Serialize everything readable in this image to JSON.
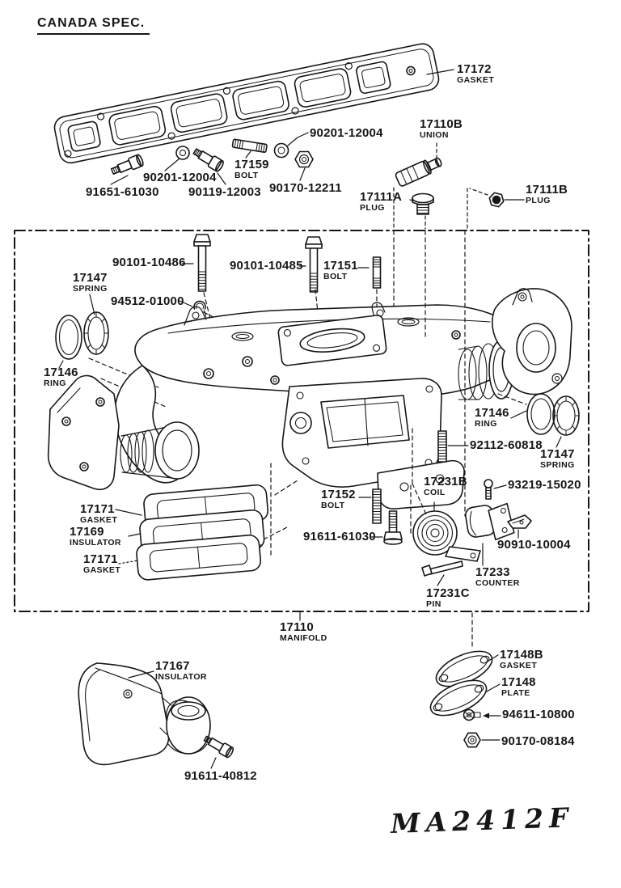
{
  "colors": {
    "ink": "#161616",
    "paper": "#ffffff"
  },
  "header": {
    "spec_title": "CANADA SPEC."
  },
  "footer": {
    "drawing_code": "MA2412F"
  },
  "labels": {
    "p17172": {
      "num": "17172",
      "desc": "GASKET"
    },
    "p90201_right": {
      "num": "90201-12004"
    },
    "p17110b": {
      "num": "17110B",
      "desc": "UNION"
    },
    "p17159": {
      "num": "17159",
      "desc": "BOLT"
    },
    "p90201_left": {
      "num": "90201-12004"
    },
    "p91651": {
      "num": "91651-61030"
    },
    "p90119": {
      "num": "90119-12003"
    },
    "p90170_12211": {
      "num": "90170-12211"
    },
    "p17111a": {
      "num": "17111A",
      "desc": "PLUG"
    },
    "p17111b": {
      "num": "17111B",
      "desc": "PLUG"
    },
    "p90101_10486": {
      "num": "90101-10486"
    },
    "p90101_10485": {
      "num": "90101-10485"
    },
    "p17151": {
      "num": "17151",
      "desc": "BOLT"
    },
    "p17147_left": {
      "num": "17147",
      "desc": "SPRING"
    },
    "p94512": {
      "num": "94512-01000"
    },
    "p17146_left": {
      "num": "17146",
      "desc": "RING"
    },
    "p17146_right": {
      "num": "17146",
      "desc": "RING"
    },
    "p92112": {
      "num": "92112-60818"
    },
    "p17147_right": {
      "num": "17147",
      "desc": "SPRING"
    },
    "p17231b": {
      "num": "17231B",
      "desc": "COIL"
    },
    "p93219": {
      "num": "93219-15020"
    },
    "p90910": {
      "num": "90910-10004"
    },
    "p17233": {
      "num": "17233",
      "desc": "COUNTER"
    },
    "p17231c": {
      "num": "17231C",
      "desc": "PIN"
    },
    "p17152": {
      "num": "17152",
      "desc": "BOLT"
    },
    "p91611_61030": {
      "num": "91611-61030"
    },
    "p17171_top": {
      "num": "17171",
      "desc": "GASKET"
    },
    "p17169": {
      "num": "17169",
      "desc": "INSULATOR"
    },
    "p17171_bottom": {
      "num": "17171",
      "desc": "GASKET"
    },
    "p17110": {
      "num": "17110",
      "desc": "MANIFOLD"
    },
    "p17167": {
      "num": "17167",
      "desc": "INSULATOR"
    },
    "p91611_40812": {
      "num": "91611-40812"
    },
    "p17148b": {
      "num": "17148B",
      "desc": "GASKET"
    },
    "p17148": {
      "num": "17148",
      "desc": "PLATE"
    },
    "p94611": {
      "num": "94611-10800"
    },
    "p90170_08184": {
      "num": "90170-08184"
    }
  }
}
